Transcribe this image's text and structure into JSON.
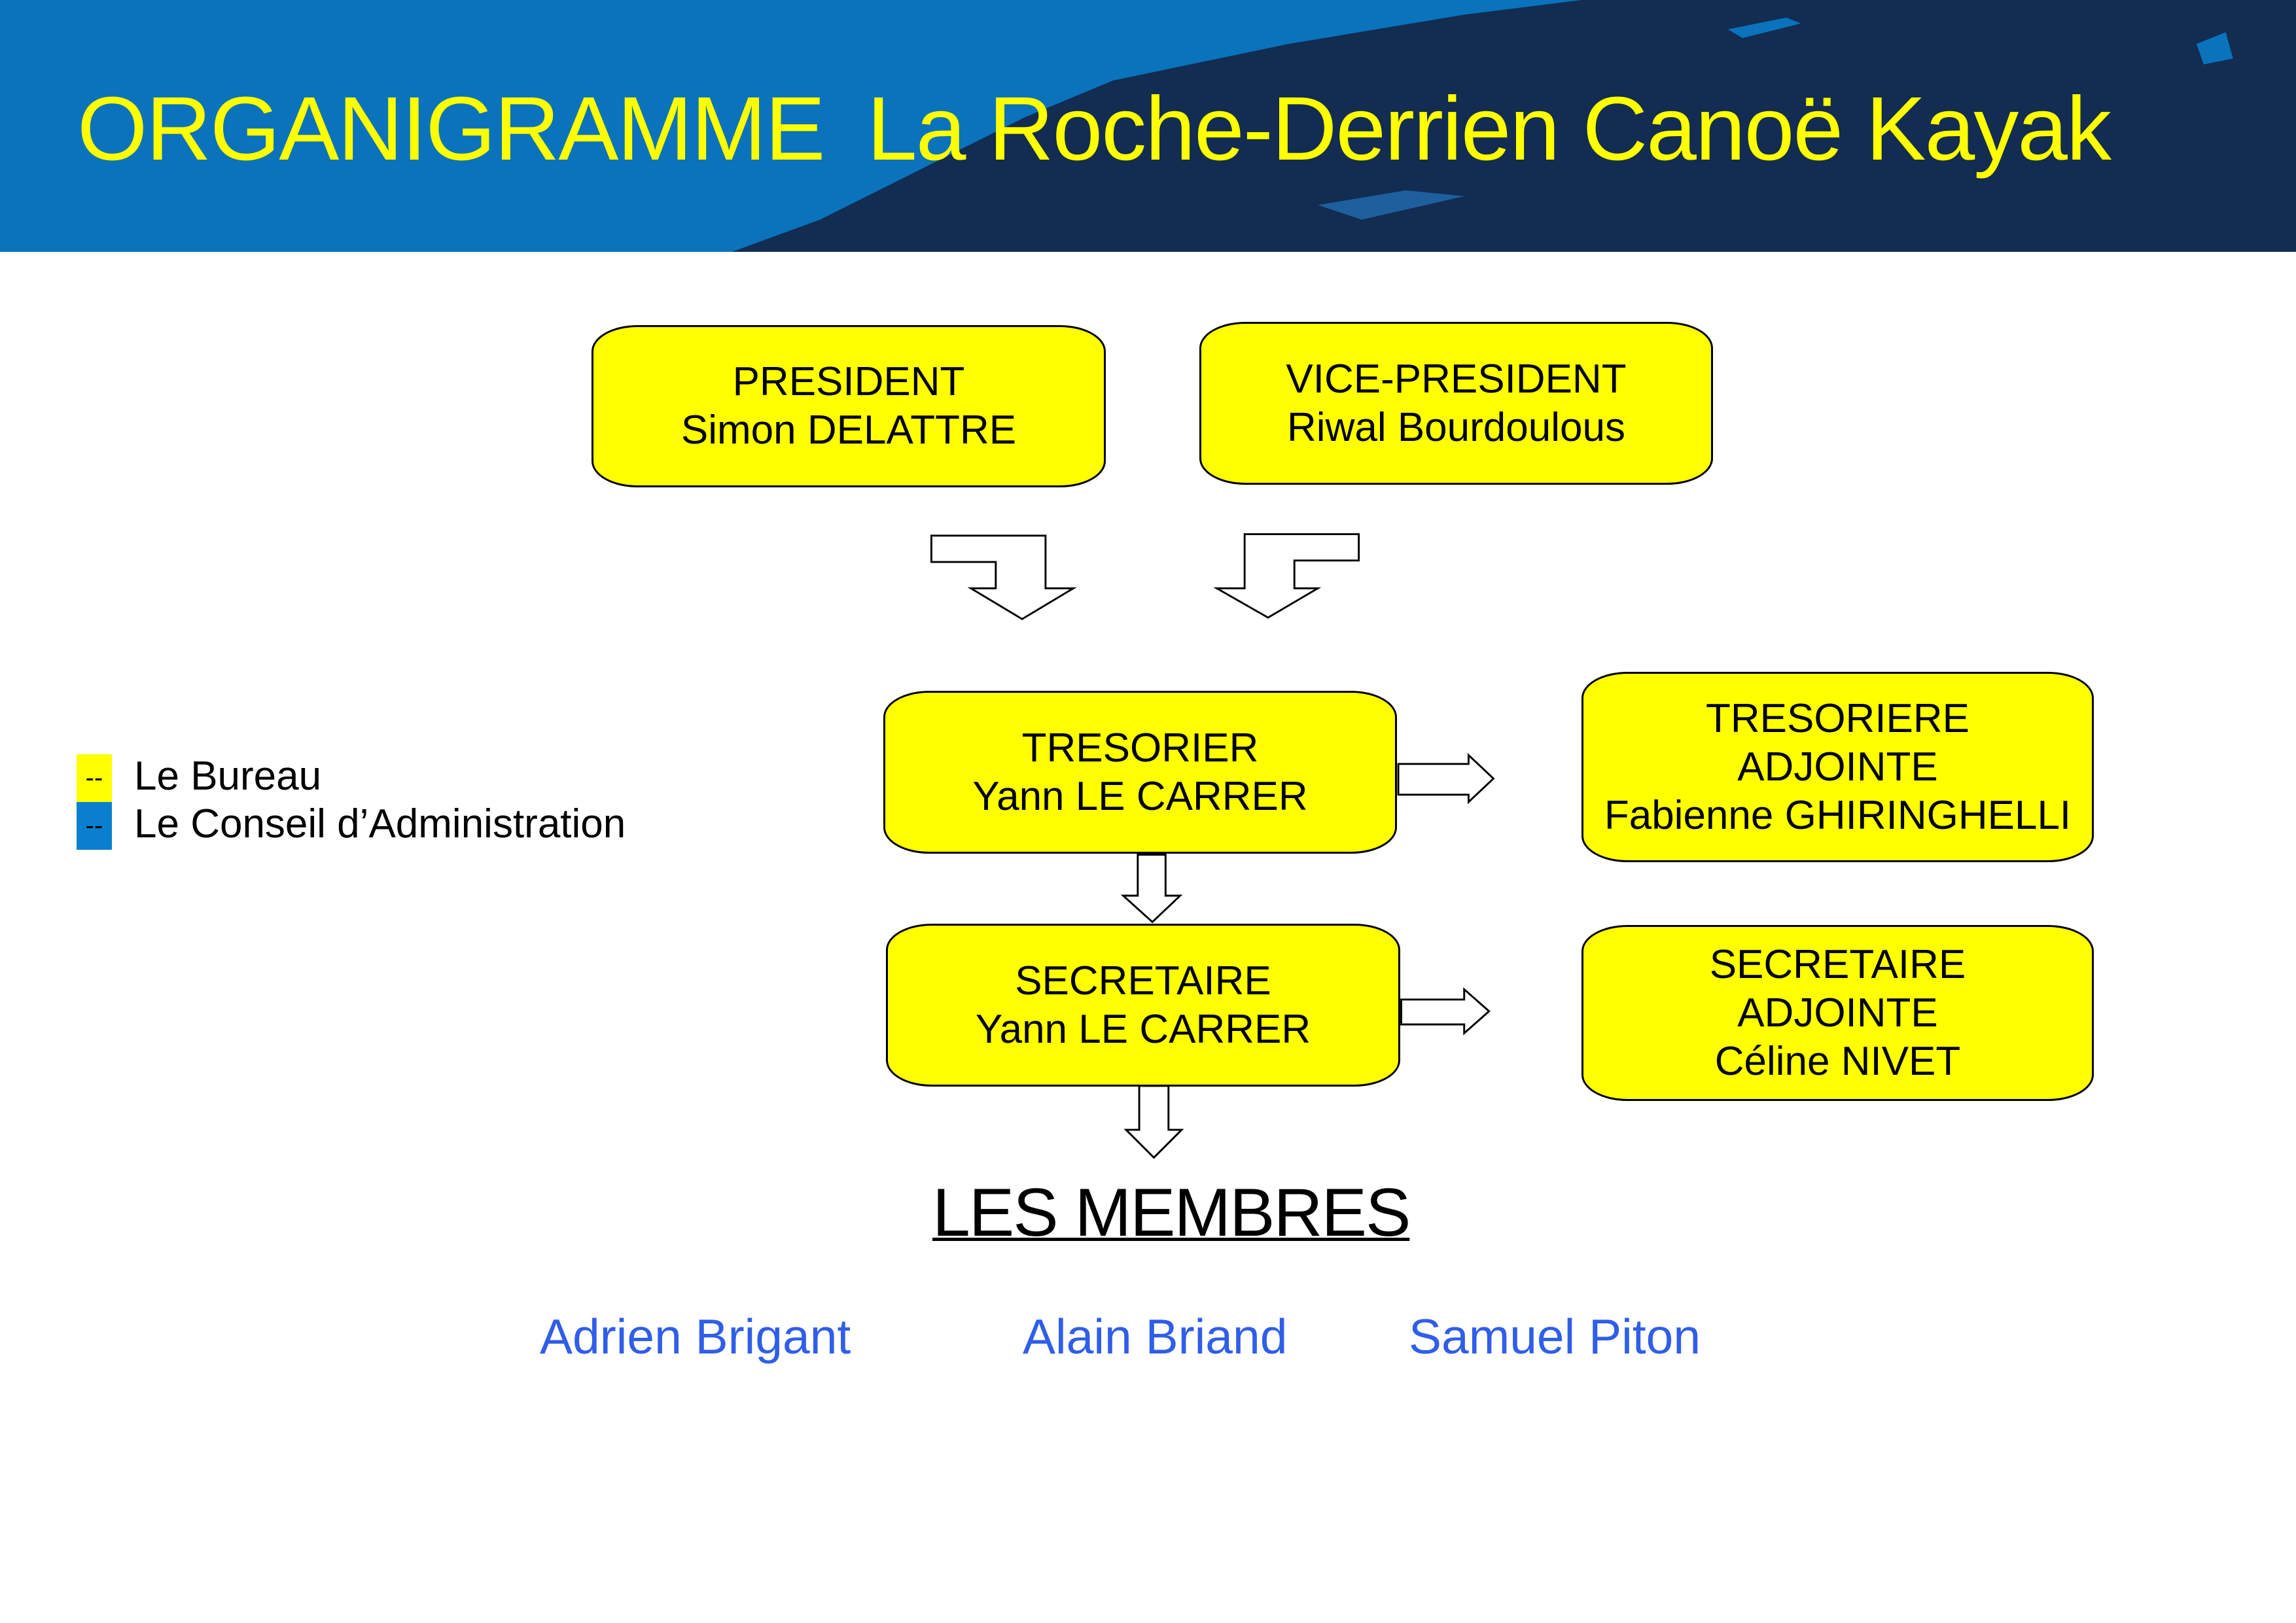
{
  "header": {
    "title_left": "ORGANIGRAMME",
    "title_right": "La Roche-Derrien Canoë Kayak"
  },
  "colors": {
    "bureau": "#ffff00",
    "conseil": "#0a7fd0",
    "header_light": "#0a73bb",
    "header_dark": "#122c52",
    "members": "#2f5ee8"
  },
  "legend": {
    "items": [
      {
        "marker": "--",
        "label": "Le Bureau"
      },
      {
        "marker": "--",
        "label": "Le Conseil d’Administration"
      }
    ]
  },
  "boxes": {
    "president": {
      "role": "PRESIDENT",
      "name": "Simon DELATTRE"
    },
    "vice_president": {
      "role": "VICE-PRESIDENT",
      "name": "Riwal Bourdoulous"
    },
    "tresorier": {
      "role": "TRESORIER",
      "name": "Yann LE CARRER"
    },
    "tresoriere_adjointe": {
      "role": "TRESORIERE",
      "role2": "ADJOINTE",
      "name": "Fabienne GHIRINGHELLI"
    },
    "secretaire": {
      "role": "SECRETAIRE",
      "name": "Yann LE CARRER"
    },
    "secretaire_adjointe": {
      "role": "SECRETAIRE",
      "role2": "ADJOINTE",
      "name": "Céline NIVET"
    }
  },
  "members": {
    "title": "LES MEMBRES",
    "names": [
      "Adrien Brigant",
      "Alain Briand",
      "Samuel Piton"
    ]
  }
}
